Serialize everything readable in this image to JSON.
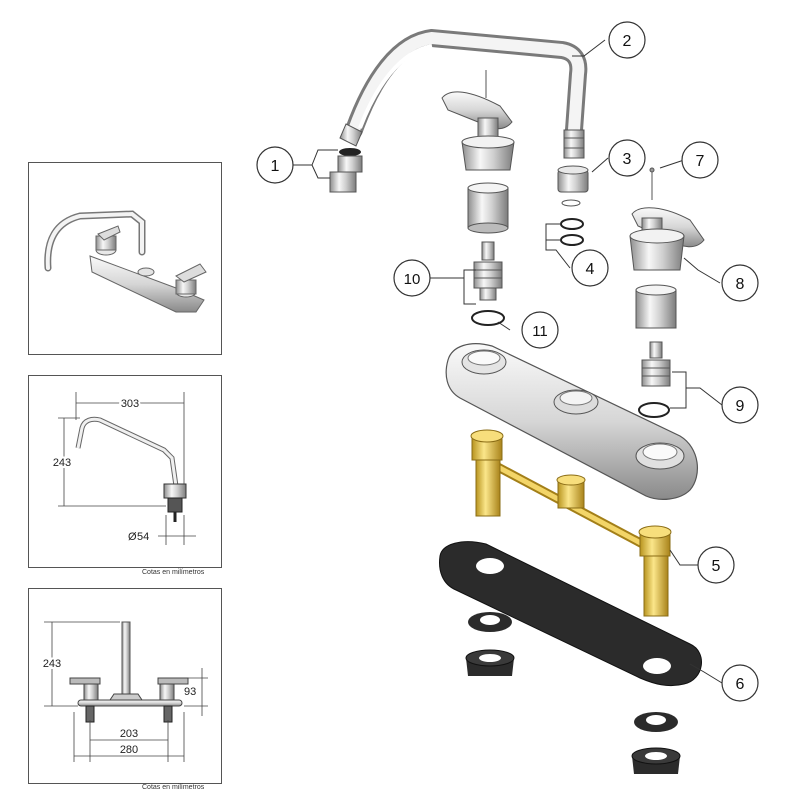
{
  "parts": [
    {
      "number": "1"
    },
    {
      "number": "2"
    },
    {
      "number": "3"
    },
    {
      "number": "4"
    },
    {
      "number": "5"
    },
    {
      "number": "6"
    },
    {
      "number": "7"
    },
    {
      "number": "8"
    },
    {
      "number": "9"
    },
    {
      "number": "10"
    },
    {
      "number": "11"
    }
  ],
  "dimensions_side": {
    "width": "303",
    "height": "243",
    "diameter": "54",
    "diameter_symbol": "Ø",
    "note": "Cotas en milímetros"
  },
  "dimensions_front": {
    "height": "243",
    "handle_height": "93",
    "center_spacing": "203",
    "overall_width": "280",
    "note": "Cotas en milímetros"
  },
  "colors": {
    "line": "#444444",
    "chrome_light": "#f2f2f2",
    "chrome_dark": "#9a9a9a",
    "brass": "#e3c24a",
    "rubber": "#2b2b2b"
  }
}
